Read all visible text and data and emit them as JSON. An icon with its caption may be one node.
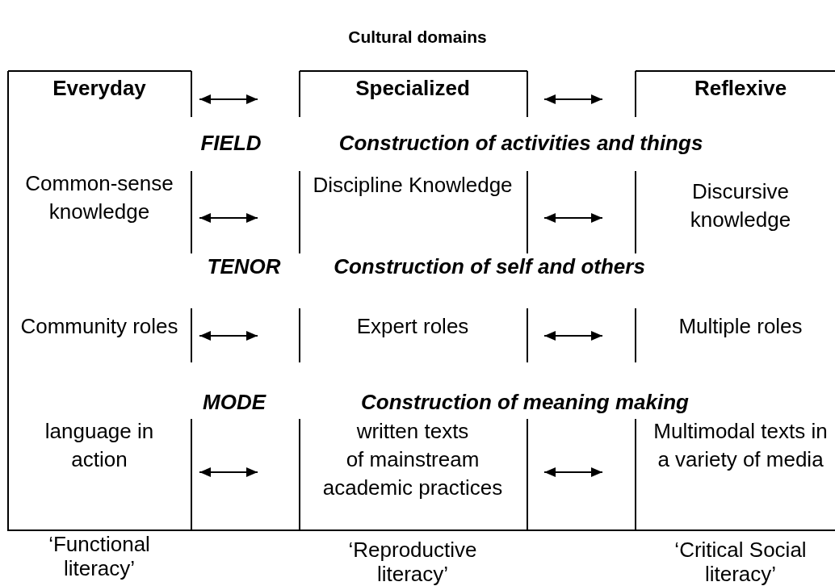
{
  "diagram": {
    "title": "Cultural domains",
    "nodes": [
      {
        "text": [
          "Everyday"
        ]
      },
      {
        "text": [
          "Specialized"
        ]
      },
      {
        "text": [
          "Reflexive"
        ]
      },
      {
        "text": [
          "Common-sense knowledge"
        ]
      },
      {
        "text": [
          "Discipline Knowledge"
        ]
      },
      {
        "text": [
          "Discursive knowledge"
        ]
      },
      {
        "text": [
          "Community roles"
        ]
      },
      {
        "text": [
          "Expert roles"
        ]
      },
      {
        "text": [
          "Multiple roles"
        ]
      },
      {
        "text": [
          "language in action"
        ]
      },
      {
        "text": [
          "written texts of mainstream academic practices"
        ]
      },
      {
        "text": [
          "Multimodal texts in a variety of media"
        ]
      }
    ],
    "edges": [
      {
        "from": 0,
        "to": 1,
        "arrow": "both"
      },
      {
        "from": 1,
        "to": 2,
        "arrow": "both"
      },
      {
        "from": 3,
        "to": 4,
        "arrow": "both"
      },
      {
        "from": 4,
        "to": 5,
        "arrow": "both"
      },
      {
        "from": 6,
        "to": 7,
        "arrow": "both"
      },
      {
        "from": 7,
        "to": 8,
        "arrow": "both"
      },
      {
        "from": 9,
        "to": 10,
        "arrow": "both"
      },
      {
        "from": 10,
        "to": 11,
        "arrow": "both"
      }
    ],
    "labels": [
      "FIELD",
      "Construction of activities and things",
      "TENOR",
      "Construction of self and others",
      "MODE",
      "Construction of meaning making",
      "‘Functional literacy’",
      "‘Reproductive literacy’",
      "‘Critical Social literacy’"
    ]
  }
}
